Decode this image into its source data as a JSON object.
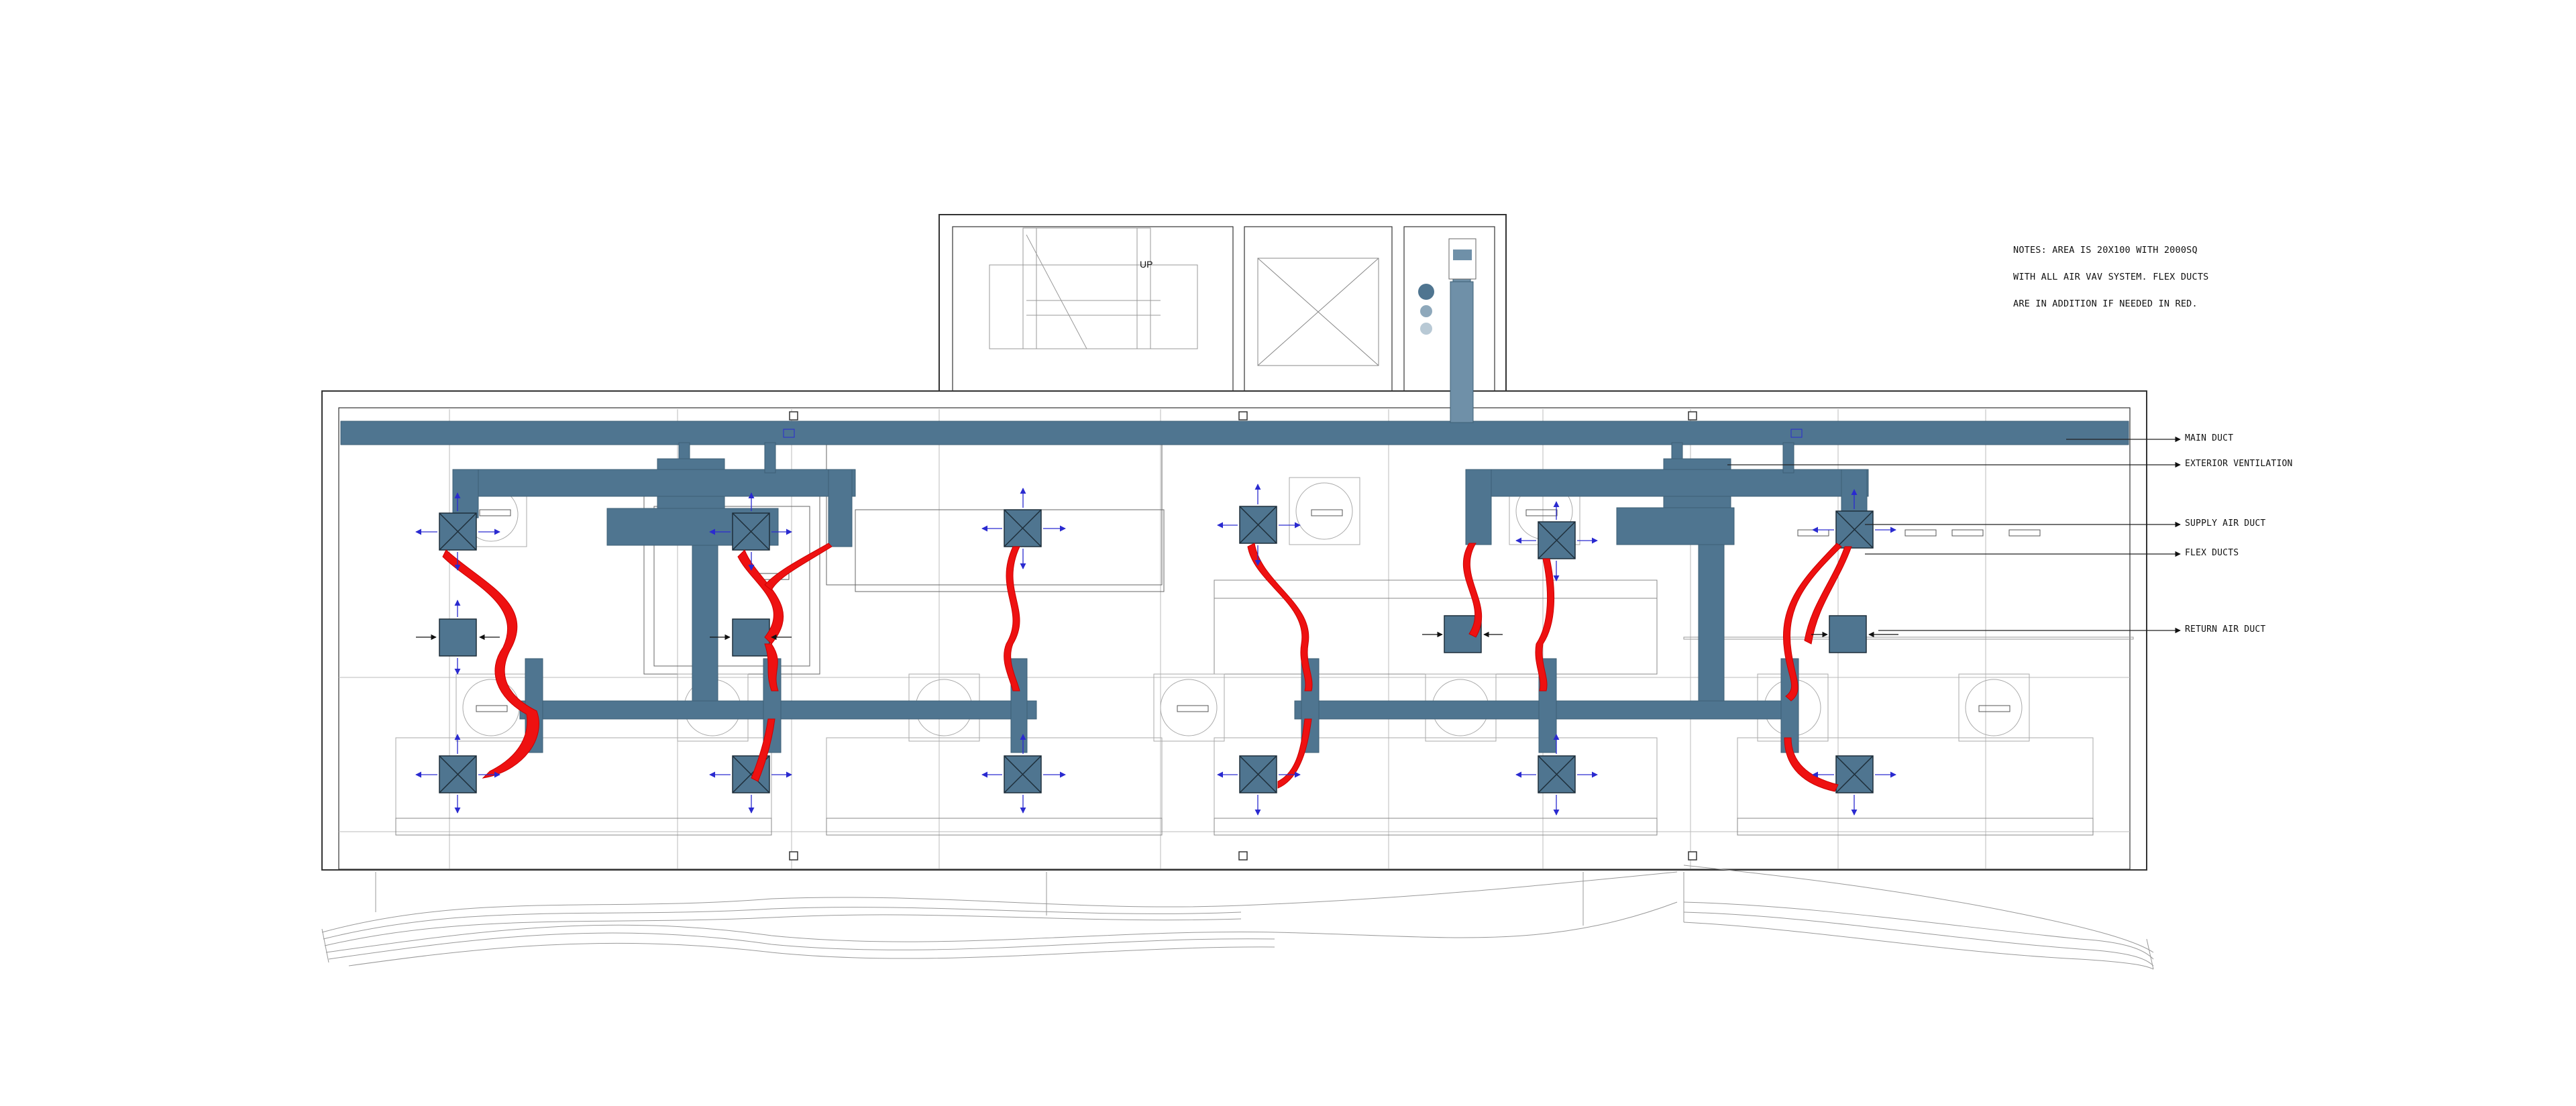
{
  "notes": {
    "line1": "NOTES: AREA IS 20X100 WITH 2000SQ",
    "line2": "WITH ALL AIR VAV SYSTEM.  FLEX DUCTS",
    "line3": "ARE IN ADDITION IF NEEDED IN RED."
  },
  "stair_label": "UP",
  "legend": {
    "main_duct": "MAIN DUCT",
    "exterior_ventilation": "EXTERIOR VENTILATION",
    "supply_air_duct": "SUPPLY AIR DUCT",
    "flex_ducts": "FLEX DUCTS",
    "return_air_duct": "RETURN AIR DUCT"
  },
  "colors": {
    "duct": "#4f7590",
    "duct_light": "#6f90a8",
    "flex": "#ee1111",
    "arrow": "#2a2ad0",
    "line": "#8a8a8a",
    "wall": "#333333"
  }
}
